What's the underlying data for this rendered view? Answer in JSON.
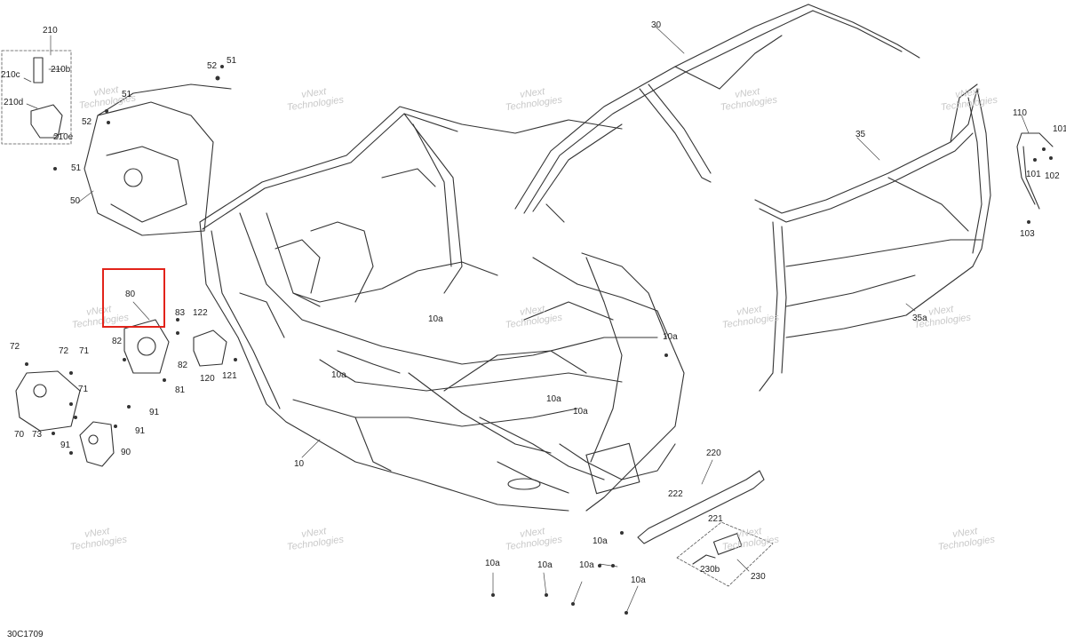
{
  "diagram_id": "30C1709",
  "watermark": {
    "line1": "vNext",
    "line2": "Technologies"
  },
  "highlight_color": "#e2231a",
  "highlighted_part": "80",
  "callouts": {
    "c210": "210",
    "c210b": "210b",
    "c210c": "210c",
    "c210d": "210d",
    "c210e": "210e",
    "c52a": "52",
    "c51a": "51",
    "c51b": "51",
    "c52b": "52",
    "c51c": "51",
    "c50": "50",
    "c30": "30",
    "c35": "35",
    "c110": "110",
    "c101a": "101",
    "c101b": "101",
    "c102": "102",
    "c103": "103",
    "c35a": "35a",
    "c80": "80",
    "c83": "83",
    "c122": "122",
    "c82a": "82",
    "c82b": "82",
    "c81": "81",
    "c120": "120",
    "c121": "121",
    "c72a": "72",
    "c72b": "72",
    "c71a": "71",
    "c71b": "71",
    "c70": "70",
    "c73": "73",
    "c91a": "91",
    "c79": "91",
    "c91b": "91",
    "c90": "90",
    "c10": "10",
    "c10a_1": "10a",
    "c10a_2": "10a",
    "c10a_3": "10a",
    "c10a_4": "10a",
    "c10a_5": "10a",
    "c10a_6": "10a",
    "c10a_7": "10a",
    "c10a_8": "10a",
    "c10a_9": "10a",
    "c10a_10": "10a",
    "c220": "220",
    "c222": "222",
    "c221": "221",
    "c230b": "230b",
    "c230": "230"
  }
}
